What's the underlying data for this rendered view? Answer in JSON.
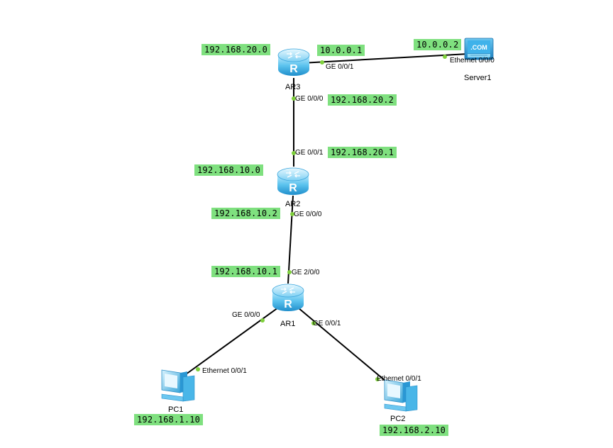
{
  "devices": {
    "ar3": {
      "name": "AR3"
    },
    "ar2": {
      "name": "AR2"
    },
    "ar1": {
      "name": "AR1"
    },
    "server1": {
      "name": "Server1",
      "badge": ".COM"
    },
    "pc1": {
      "name": "PC1"
    },
    "pc2": {
      "name": "PC2"
    }
  },
  "ip_labels": {
    "ar3_network": "192.168.20.0",
    "ar3_ge001": "10.0.0.1",
    "server1_eth": "10.0.0.2",
    "ar3_ge000": "192.168.20.2",
    "ar2_ge001": "192.168.20.1",
    "ar2_network": "192.168.10.0",
    "ar2_ge000": "192.168.10.2",
    "ar1_ge200": "192.168.10.1",
    "pc1_ip": "192.168.1.10",
    "pc2_ip": "192.168.2.10"
  },
  "ports": {
    "ar3_ge001": "GE 0/0/1",
    "server1_eth": "Ethernet 0/0/0",
    "ar3_ge000": "GE 0/0/0",
    "ar2_ge001": "GE 0/0/1",
    "ar2_ge000": "GE 0/0/0",
    "ar1_ge200": "GE 2/0/0",
    "ar1_ge000": "GE 0/0/0",
    "ar1_ge001": "GE 0/0/1",
    "pc1_eth": "Ethernet 0/0/1",
    "pc2_eth": "Ethernet 0/0/1"
  },
  "colors": {
    "ip_label_bg": "#7fe07f",
    "link": "#000000",
    "port_dot": "#7fd03c",
    "router_light": "#8fd8f5",
    "router_dark": "#2aa5dd"
  }
}
